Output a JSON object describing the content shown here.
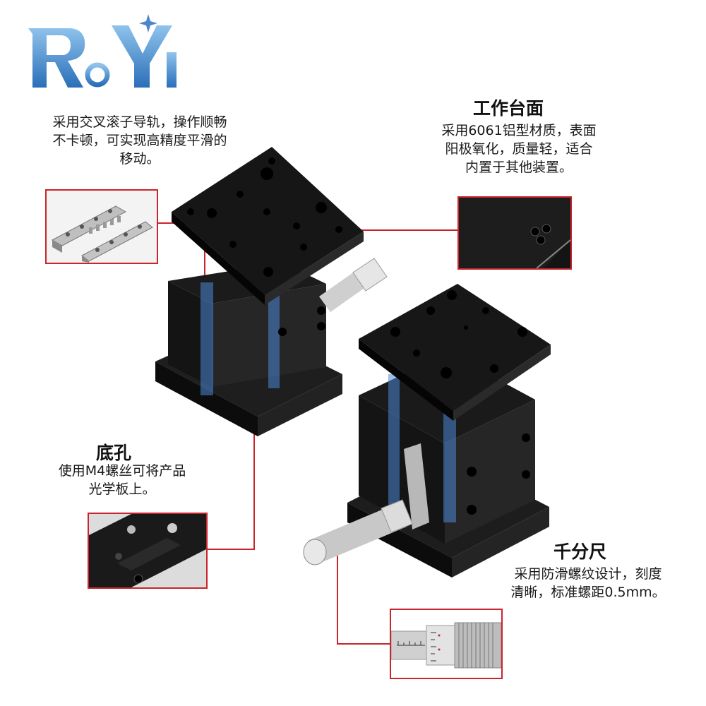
{
  "logo": {
    "text": "RoYi",
    "colors": [
      "#2a6fb8",
      "#6aa9dd"
    ]
  },
  "callouts": {
    "rail": {
      "text_lines": [
        "采用交叉滚子导轨，操作顺畅",
        "不卡顿，可实现高精度平滑的",
        "移动。"
      ]
    },
    "table": {
      "title": "工作台面",
      "text_lines": [
        "采用6061铝型材质，表面",
        "阳极氧化，质量轻，适合",
        "内置于其他装置。"
      ]
    },
    "base": {
      "title": "底孔",
      "text_lines": [
        "使用M4螺丝可将产品",
        "光学板上。"
      ]
    },
    "micrometer": {
      "title": "千分尺",
      "text_lines": [
        "采用防滑螺纹设计，刻度",
        "清晰，标准螺距0.5mm。"
      ]
    }
  },
  "colors": {
    "accent_line": "#c9252c",
    "stage_black": "#151515",
    "highlight_blue": "#4a86d4"
  },
  "icons": [
    "crossed-roller-rail-icon",
    "table-corner-icon",
    "base-hole-icon",
    "micrometer-icon"
  ]
}
